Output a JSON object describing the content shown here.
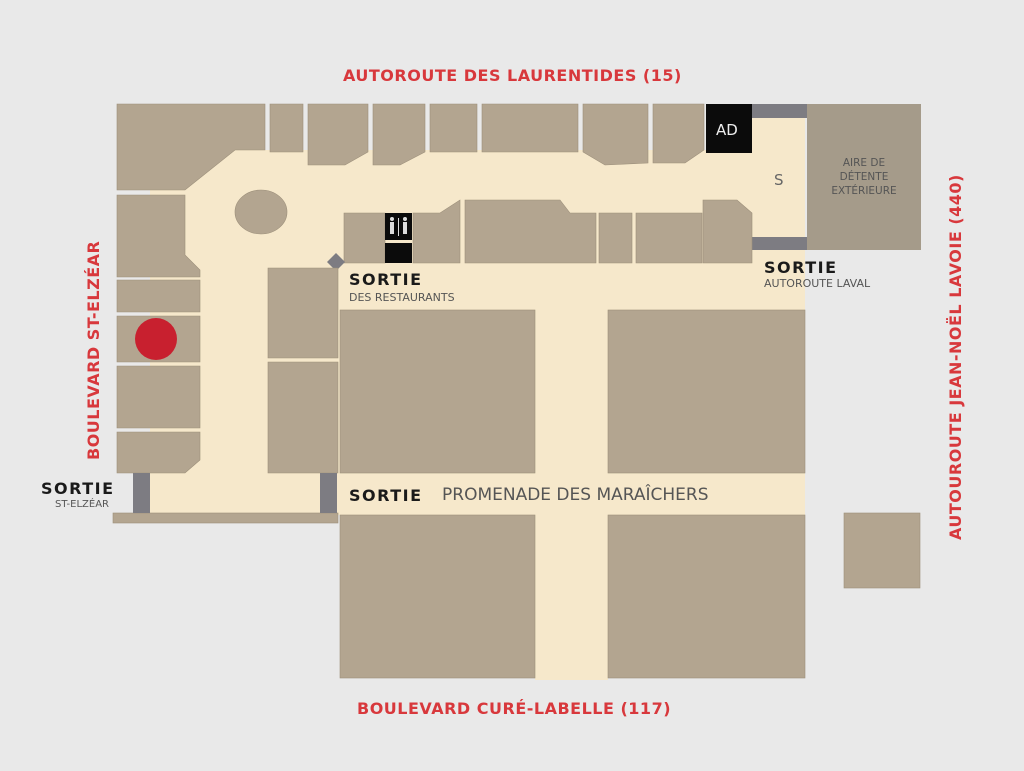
{
  "roads": {
    "north": "AUTOROUTE DES LAURENTIDES  (15)",
    "south": "BOULEVARD CURÉ-LABELLE  (117)",
    "west": "BOULEVARD ST-ELZÉAR",
    "east": "AUTOUROUTE JEAN-NOËL LAVOIE  (440)"
  },
  "exits": [
    {
      "title": "SORTIE",
      "sub": "DES RESTAURANTS"
    },
    {
      "title": "SORTIE",
      "sub": "AUTOROUTE LAVAL"
    },
    {
      "title": "SORTIE",
      "sub": "ST-ELZÉAR"
    },
    {
      "title": "SORTIE",
      "sub": "PROMENADE DES MARAÎCHERS"
    }
  ],
  "labels": {
    "ad": "AD",
    "s": "S",
    "aire": [
      "AIRE DE",
      "DÉTENTE",
      "EXTÉRIEURE"
    ]
  },
  "colors": {
    "road": "#d8383c",
    "store": "#b3a590",
    "corridor": "#f6e8cb",
    "marker": "#c8202f"
  }
}
